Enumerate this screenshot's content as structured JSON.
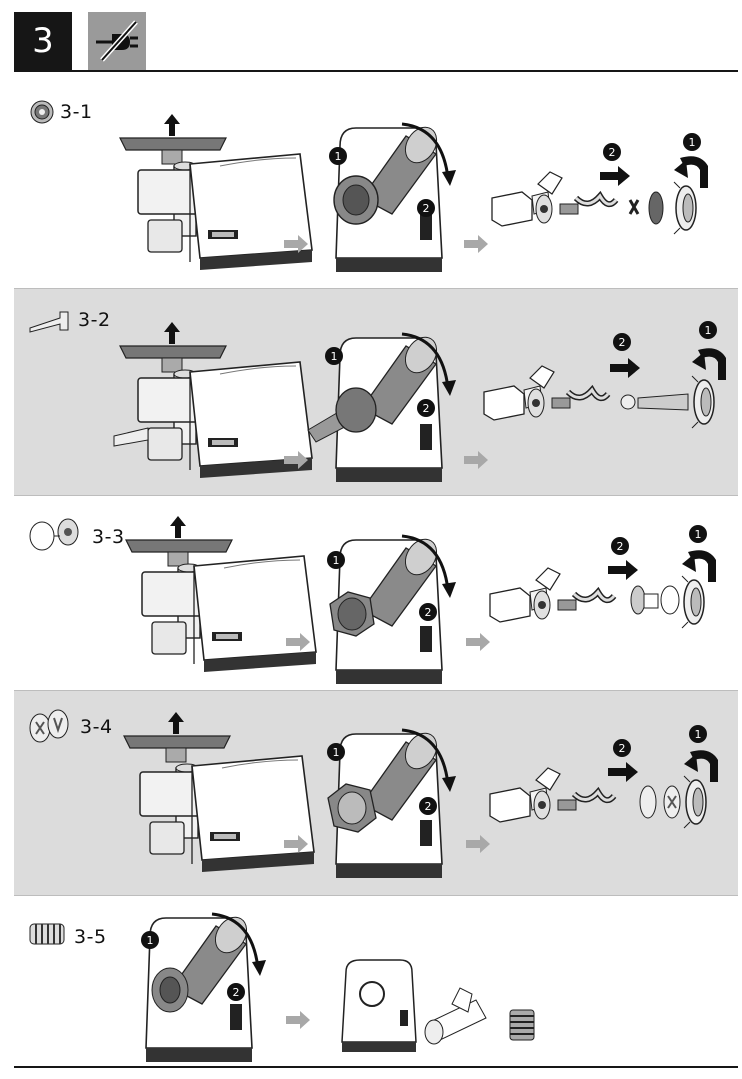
{
  "header": {
    "step_number": "3",
    "unplug_icon": "unplug-icon"
  },
  "sections": [
    {
      "id": "3-1",
      "label": "3-1",
      "attachment": "cutting-disc-icon",
      "shaded": false,
      "callout_1": "1",
      "callout_2": "2"
    },
    {
      "id": "3-2",
      "label": "3-2",
      "attachment": "sausage-nozzle-icon",
      "shaded": true,
      "callout_1": "1",
      "callout_2": "2"
    },
    {
      "id": "3-3",
      "label": "3-3",
      "attachment": "kebbe-attachment-icon",
      "shaded": false,
      "callout_1": "1",
      "callout_2": "2"
    },
    {
      "id": "3-4",
      "label": "3-4",
      "attachment": "cookie-discs-icon",
      "shaded": true,
      "callout_1": "1",
      "callout_2": "2"
    },
    {
      "id": "3-5",
      "label": "3-5",
      "attachment": "spring-cone-icon",
      "shaded": false,
      "callout_1": "1",
      "callout_2": "2"
    }
  ],
  "colors": {
    "dark": "#161616",
    "gray_band": "#dcdcdc",
    "arrow_gray": "#a8a8a8",
    "unplug_bg": "#9a9a9a"
  }
}
